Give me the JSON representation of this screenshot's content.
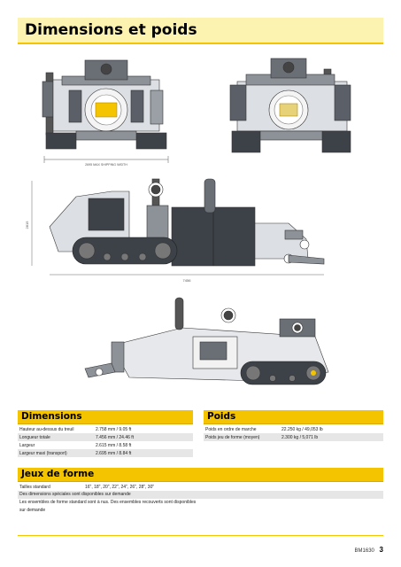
{
  "page": {
    "title": "Dimensions et poids"
  },
  "drawings": {
    "front_width_label": "2695 MAX SHIPPING WIDTH",
    "side_length_label": "7456",
    "side_height_label": "2815"
  },
  "dimensions": {
    "heading": "Dimensions",
    "rows": [
      {
        "label": "Hauteur au-dessus du treuil",
        "value": "2.758 mm / 9.05 ft"
      },
      {
        "label": "Longueur totale",
        "value": "7.456 mm / 24.46 ft"
      },
      {
        "label": "Largeur",
        "value": "2.615 mm / 8.58 ft"
      },
      {
        "label": "Largeur maxi (transport)",
        "value": "2.695 mm / 8.84 ft"
      }
    ]
  },
  "poids": {
    "heading": "Poids",
    "rows": [
      {
        "label": "Poids en ordre de marche",
        "value": "22.250 kg / 49,053 lb"
      },
      {
        "label": "Poids jeu de forme (moyen)",
        "value": "2.300 kg / 5,071 lb"
      }
    ]
  },
  "jeux": {
    "heading": "Jeux de forme",
    "sizes_label": "Tailles standard",
    "sizes_value": "16\", 18\", 20\", 22\", 24\", 26\", 28\", 30\"",
    "note1": "Des dimensions spéciales sont disponibles sur demande",
    "note2": "Les ensembles de forme standard sont à nus. Des ensembles recouverts sont disponibles sur demande"
  },
  "footer": {
    "model": "BM1630",
    "page_number": "3"
  },
  "colors": {
    "accent": "#f5c400",
    "title_bg": "#fdf3b0",
    "machine_grey": "#5b6068"
  }
}
